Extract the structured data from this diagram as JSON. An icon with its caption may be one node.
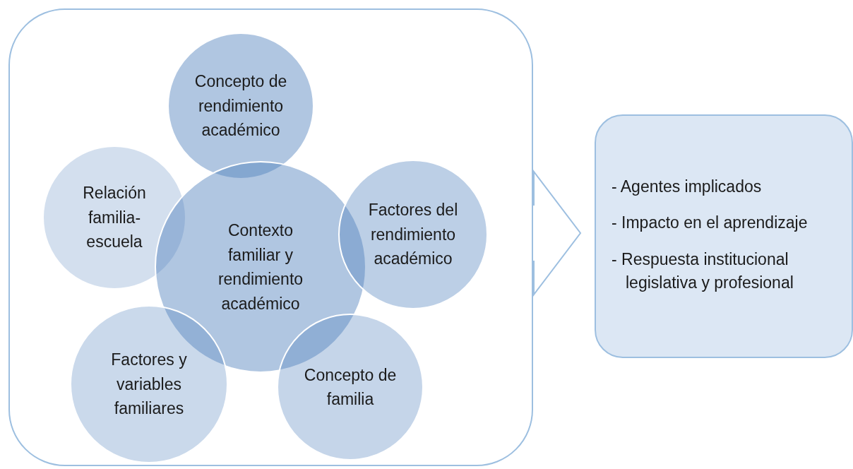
{
  "diagram": {
    "nodes": [
      {
        "text": [],
        "shape": "box"
      },
      {
        "text": [
          "Concepto de rendimiento académico"
        ],
        "in": 0
      },
      {
        "text": [
          "Relación familia-escuela"
        ],
        "in": 0
      },
      {
        "text": [
          "Contexto familiar y rendimiento académico"
        ],
        "in": 0
      },
      {
        "text": [
          "Factores del rendimiento académico"
        ],
        "in": 0
      },
      {
        "text": [
          "Factores y variables familiares"
        ],
        "in": 0
      },
      {
        "text": [
          "Concepto de familia"
        ],
        "in": 0
      },
      {
        "text": [
          "- Agentes implicados",
          "- Impacto en el aprendizaje",
          "- Respuesta institucional legislativa y profesional"
        ]
      }
    ],
    "edges": [
      {
        "from": 0,
        "to": 7,
        "arrow": "to"
      }
    ]
  }
}
